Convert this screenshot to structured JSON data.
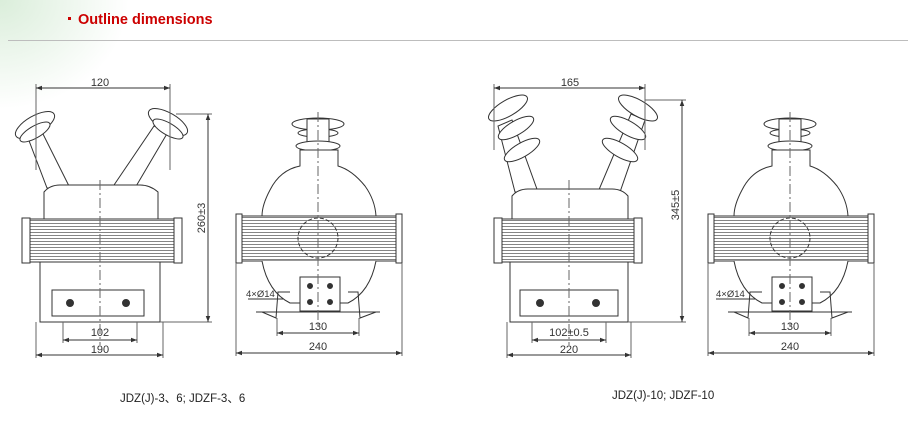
{
  "header": {
    "title": "Outline dimensions",
    "title_color": "#cc0000"
  },
  "models": {
    "left": {
      "caption": "JDZ(J)-3、6; JDZF-3、6"
    },
    "right": {
      "caption": "JDZ(J)-10; JDZF-10"
    }
  },
  "dims": {
    "left_top_width": "120",
    "left_height": "260±3",
    "left_inner_width": "102",
    "left_base_width": "190",
    "left_side_holes": "4×Ø14",
    "left_side_inner": "130",
    "left_side_outer": "240",
    "right_top_width": "165",
    "right_height": "345±5",
    "right_inner_width": "102±0.5",
    "right_base_width": "220",
    "right_side_holes": "4×Ø14",
    "right_side_inner": "130",
    "right_side_outer": "240"
  },
  "colors": {
    "line": "#333333",
    "accent": "#cc0000"
  }
}
